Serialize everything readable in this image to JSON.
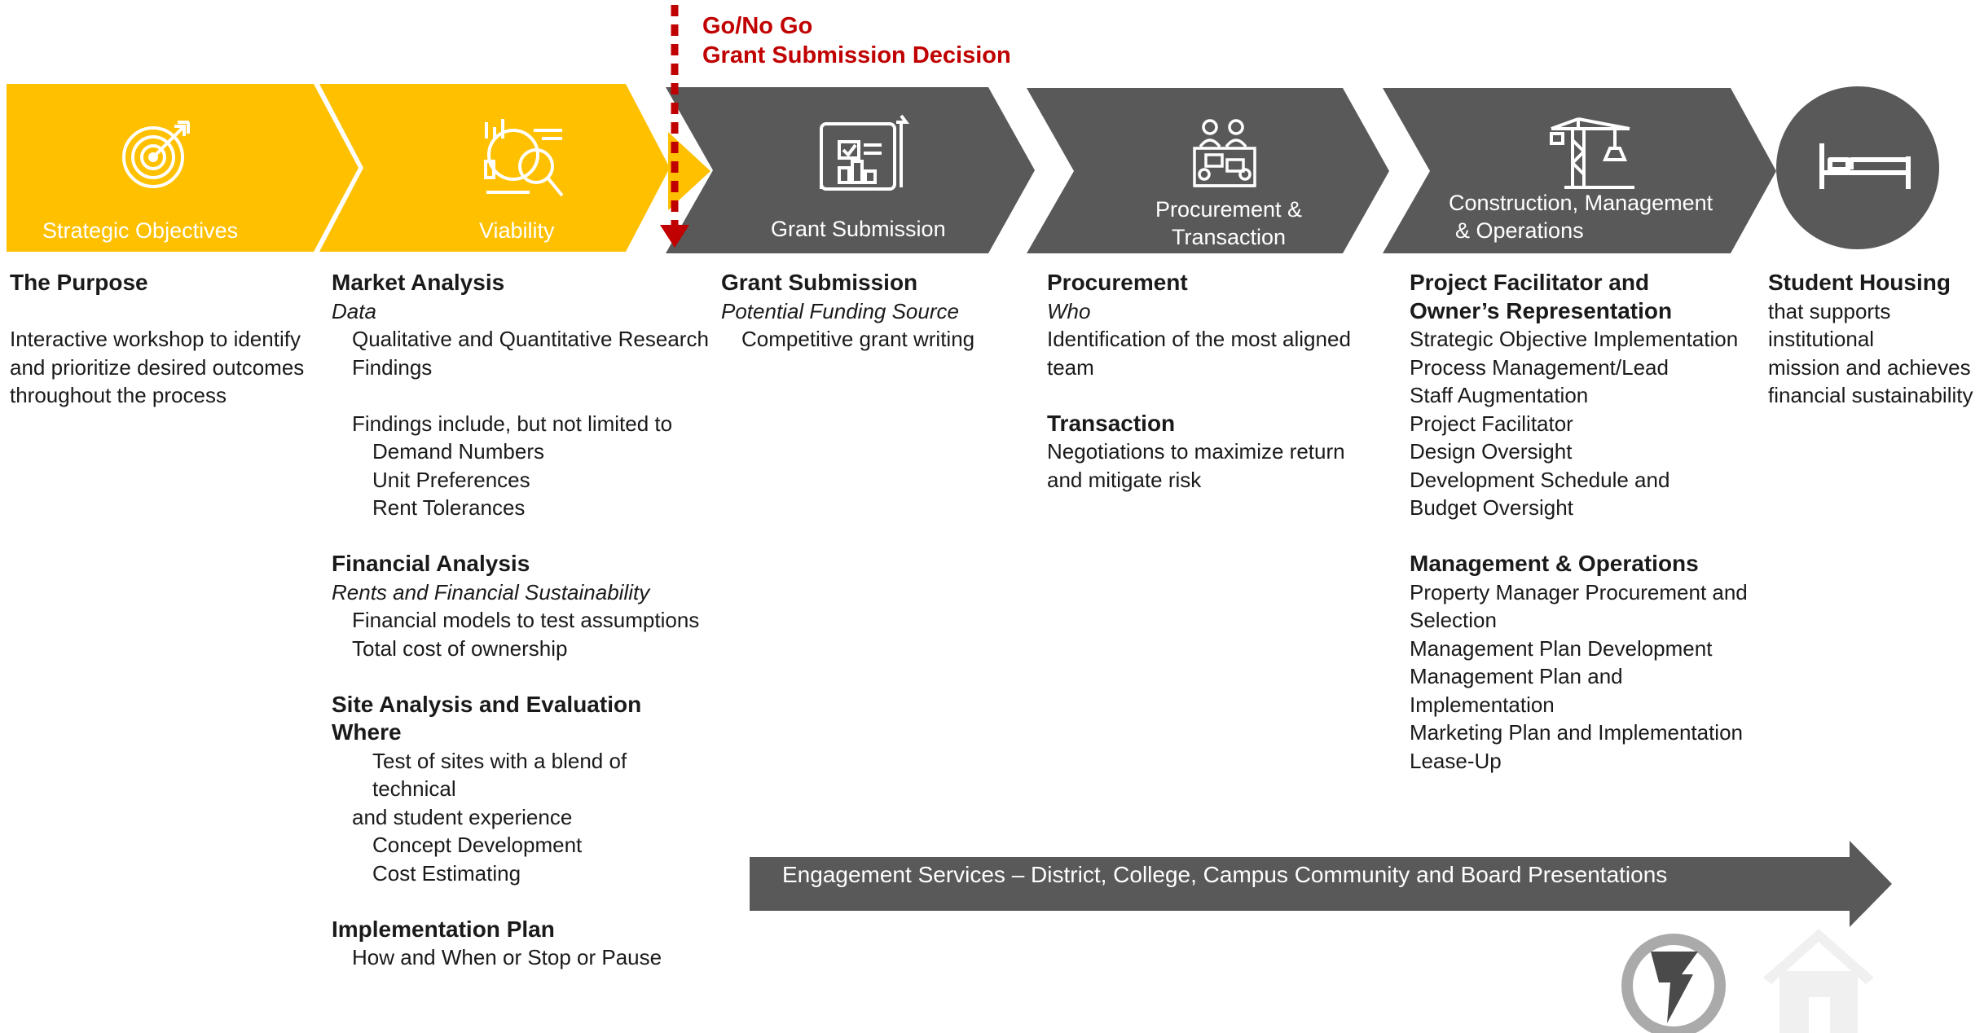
{
  "decision": {
    "line1": "Go/No Go",
    "line2": "Grant Submission Decision",
    "color": "#c00000"
  },
  "colors": {
    "yellow": "#ffc000",
    "gray": "#595959",
    "red": "#c00000"
  },
  "stages": [
    {
      "label": "Strategic Objectives",
      "icon": "target-icon"
    },
    {
      "label": "Viability",
      "icon": "analysis-icon"
    },
    {
      "label": "Grant Submission",
      "icon": "blueprint-icon"
    },
    {
      "label_line1": "Procurement &",
      "label_line2": "Transaction",
      "icon": "team-meeting-icon"
    },
    {
      "label_line1": "Construction, Management",
      "label_line2": "& Operations",
      "icon": "crane-icon"
    },
    {
      "icon": "bed-icon"
    }
  ],
  "columns": {
    "purpose": {
      "heading": "The Purpose",
      "lines": [
        "Interactive workshop to identify",
        "and prioritize desired outcomes",
        "throughout the process"
      ]
    },
    "viability": {
      "market_heading": "Market Analysis",
      "market_sub": "Data",
      "market_lines": [
        "Qualitative and Quantitative Research",
        "Findings"
      ],
      "findings_intro": "Findings include, but not limited to",
      "findings_items": [
        "Demand Numbers",
        "Unit Preferences",
        "Rent Tolerances"
      ],
      "financial_heading": "Financial Analysis",
      "financial_sub": "Rents and Financial Sustainability",
      "financial_lines": [
        "Financial models to test assumptions",
        "Total cost of ownership"
      ],
      "site_heading_line1": "Site Analysis and Evaluation",
      "site_heading_line2": "Where",
      "site_line1": "Test of sites with a blend of technical",
      "site_line2": "and student experience",
      "site_items": [
        "Concept Development",
        "Cost Estimating"
      ],
      "impl_heading": "Implementation Plan",
      "impl_line": "How and When or Stop or Pause"
    },
    "grant": {
      "heading": "Grant Submission",
      "sub": "Potential Funding Source",
      "line": "Competitive grant writing"
    },
    "procurement": {
      "heading": "Procurement",
      "sub": "Who",
      "lines": [
        "Identification of the most aligned",
        "team"
      ],
      "transaction_heading": "Transaction",
      "transaction_lines": [
        "Negotiations to maximize return",
        "and mitigate risk"
      ]
    },
    "construction": {
      "heading_line1": "Project Facilitator and",
      "heading_line2": "Owner’s Representation",
      "lines": [
        "Strategic Objective Implementation",
        "Process Management/Lead",
        "Staff Augmentation",
        "Project Facilitator",
        "Design Oversight",
        "Development Schedule and",
        "Budget Oversight"
      ],
      "mgmt_heading": "Management & Operations",
      "mgmt_lines": [
        "Property Manager Procurement and",
        "Selection",
        "Management Plan Development",
        "Management Plan and",
        "Implementation",
        "Marketing Plan and Implementation",
        "Lease-Up"
      ]
    },
    "housing": {
      "heading": "Student Housing",
      "lines": [
        "that supports institutional",
        "mission and achieves",
        "financial sustainability"
      ]
    }
  },
  "engagement": {
    "label": "Engagement Services – District, College, Campus Community and Board Presentations"
  },
  "logos": [
    "arrowhead-logo",
    "house-logo"
  ]
}
